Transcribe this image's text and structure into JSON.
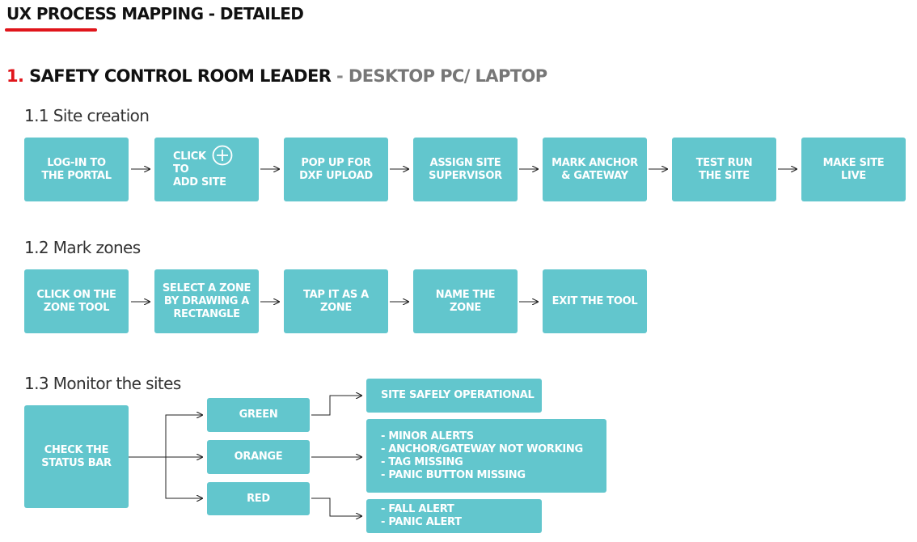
{
  "page": {
    "title": "UX PROCESS MAPPING - DETAILED",
    "colors": {
      "accent": "#e0151b",
      "box": "#62c6cd",
      "box_text": "#ffffff"
    }
  },
  "section": {
    "number": "1.",
    "role": "SAFETY CONTROL ROOM LEADER",
    "separator": "-",
    "device": "DESKTOP PC/ LAPTOP"
  },
  "site_creation": {
    "heading": "1.1 Site creation",
    "steps": [
      "LOG-IN TO\nTHE PORTAL",
      "CLICK\nTO\nADD SITE",
      "POP UP FOR\nDXF UPLOAD",
      "ASSIGN SITE\nSUPERVISOR",
      "MARK ANCHOR\n& GATEWAY",
      "TEST RUN\nTHE SITE",
      "MAKE SITE\nLIVE"
    ],
    "add_icon": "plus-circle-icon"
  },
  "mark_zones": {
    "heading": "1.2 Mark zones",
    "steps": [
      "CLICK ON THE\nZONE TOOL",
      "SELECT A ZONE\nBY DRAWING A\nRECTANGLE",
      "TAP IT AS A\nZONE",
      "NAME THE\nZONE",
      "EXIT THE TOOL"
    ]
  },
  "monitor": {
    "heading": "1.3 Monitor the sites",
    "start": "CHECK THE\nSTATUS BAR",
    "statuses": [
      "GREEN",
      "ORANGE",
      "RED"
    ],
    "green_result": "SITE SAFELY OPERATIONAL",
    "orange_results": [
      "-  MINOR ALERTS",
      "-  ANCHOR/GATEWAY NOT WORKING",
      "-  TAG MISSING",
      "-  PANIC BUTTON MISSING"
    ],
    "red_results": [
      "-  FALL ALERT",
      "-  PANIC ALERT"
    ]
  }
}
